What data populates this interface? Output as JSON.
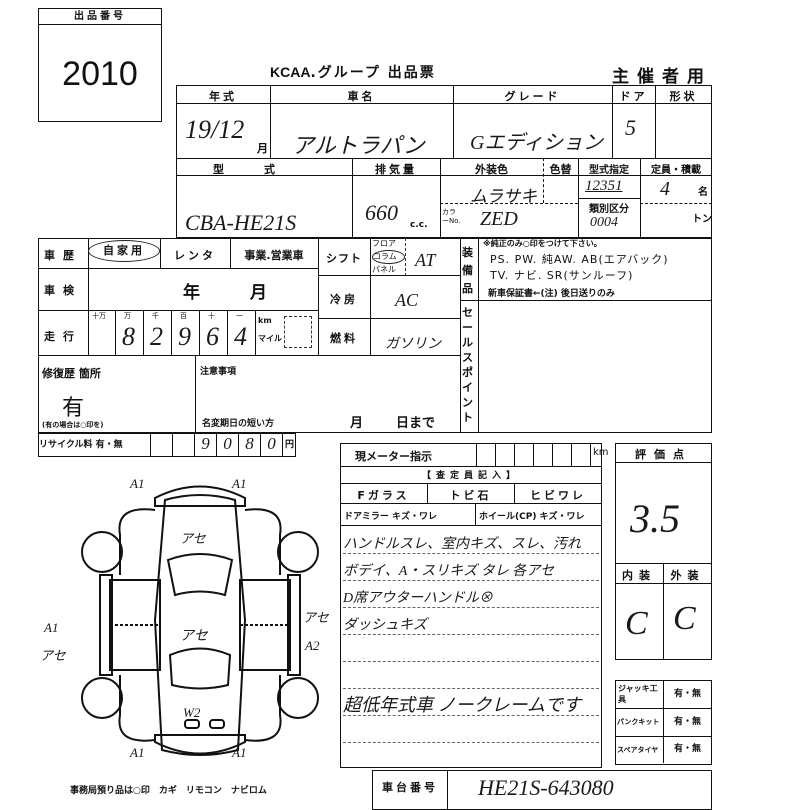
{
  "lot": {
    "label": "出品番号",
    "number": "2010"
  },
  "header": {
    "title_brand": "KCAA",
    "title_rest": ".グループ 出品票",
    "copy": "主催者用"
  },
  "row1": {
    "year_label": "年式",
    "year_value": "19/12",
    "month_unit": "月",
    "name_label": "車名",
    "name_value": "アルトラパン",
    "grade_label": "グレード",
    "grade_value": "Gエディション",
    "door_label": "ドア",
    "door_value": "5",
    "shape_label": "形状"
  },
  "row2": {
    "model_label": "型式",
    "model_value": "CBA-HE21S",
    "cc_label": "排気量",
    "cc_value": "660",
    "cc_unit": "c.c.",
    "color_label": "外装色",
    "color_value": "ムラサキ",
    "color_no_label": "カラーNo.",
    "color_no_value": "ZED",
    "color_change_label": "色替",
    "type_label": "型式指定",
    "type_value": "12351",
    "class_label": "類別区分",
    "class_value": "0004",
    "capacity_label": "定員・積載",
    "capacity_value": "4",
    "capacity_unit": "名",
    "ton_unit": "トン"
  },
  "history": {
    "label": "車歴",
    "options": [
      "自家用",
      "レンタ",
      "事業.営業車"
    ],
    "selected": "自家用"
  },
  "shaken": {
    "label": "車検",
    "year": "年",
    "month": "月"
  },
  "mileage": {
    "label": "走行",
    "places": [
      "十万",
      "万",
      "千",
      "百",
      "十",
      "一"
    ],
    "digits": [
      "",
      "8",
      "2",
      "9",
      "6",
      "4"
    ],
    "unit_km": "km",
    "unit_mile": "マイル"
  },
  "shift": {
    "label": "シフト",
    "options": [
      "フロア",
      "コラム",
      "パネル"
    ],
    "selected": "コラム",
    "value": "AT"
  },
  "ac": {
    "label": "冷房",
    "value": "AC"
  },
  "fuel": {
    "label": "燃料",
    "value": "ガソリン"
  },
  "equipment": {
    "label": "装備品",
    "note": "※純正のみ○印をつけて下さい。",
    "line1": "PS. PW. 純AW. AB(エアバック)",
    "line2": "TV. ナビ. SR(サンルーフ)",
    "line3": "新車保証書←(注) 後日送りのみ"
  },
  "sales_point": {
    "label": "セールスポイント"
  },
  "repair": {
    "label": "修復歴 箇所",
    "value": "有",
    "note": "(有の場合は○印を)"
  },
  "caution": {
    "label": "注意事項",
    "deadline_label": "名変期日の短い方",
    "month": "月",
    "day": "日まで"
  },
  "recycle": {
    "label": "リサイクル料 有・無",
    "digits": [
      "",
      "",
      "9",
      "0",
      "8",
      "0"
    ],
    "unit": "円"
  },
  "meter": {
    "label": "現メーター指示",
    "unit": "km"
  },
  "inspector": {
    "title": "【査定員記入】",
    "fglass": "Fガラス",
    "tobiishi": "トビ石",
    "hibiware": "ヒビワレ",
    "mirror": "ドアミラー キズ・ワレ",
    "wheel": "ホイール(CP) キズ・ワレ"
  },
  "notes": [
    "ハンドルスレ、室内キズ、スレ、汚れ",
    "ボデイ、A・スリキズ タレ 各アセ",
    "D席アウターハンドル⊗",
    "ダッシュキズ",
    "",
    "",
    "超低年式車 ノークレームです",
    ""
  ],
  "score": {
    "label": "評価点",
    "value": "3.5",
    "interior_label": "内装",
    "exterior_label": "外装",
    "interior": "C",
    "exterior": "C"
  },
  "tools": [
    {
      "label": "ジャッキ工具",
      "value": "有・無"
    },
    {
      "label": "パンクキット",
      "value": "有・無"
    },
    {
      "label": "スペアタイヤ",
      "value": "有・無"
    }
  ],
  "chassis": {
    "label": "車台番号",
    "value": "HE21S-643080"
  },
  "diagram_marks": {
    "fl": "A1",
    "fr": "A1",
    "hood": "アセ",
    "roof": "アセ",
    "left1": "A1",
    "left2": "アセ",
    "right1": "アセ",
    "right2": "A2",
    "rear": "W2",
    "rl": "A1",
    "rr": "A1"
  },
  "footer": "事務局預り品は○印　カギ　リモコン　ナビロム"
}
